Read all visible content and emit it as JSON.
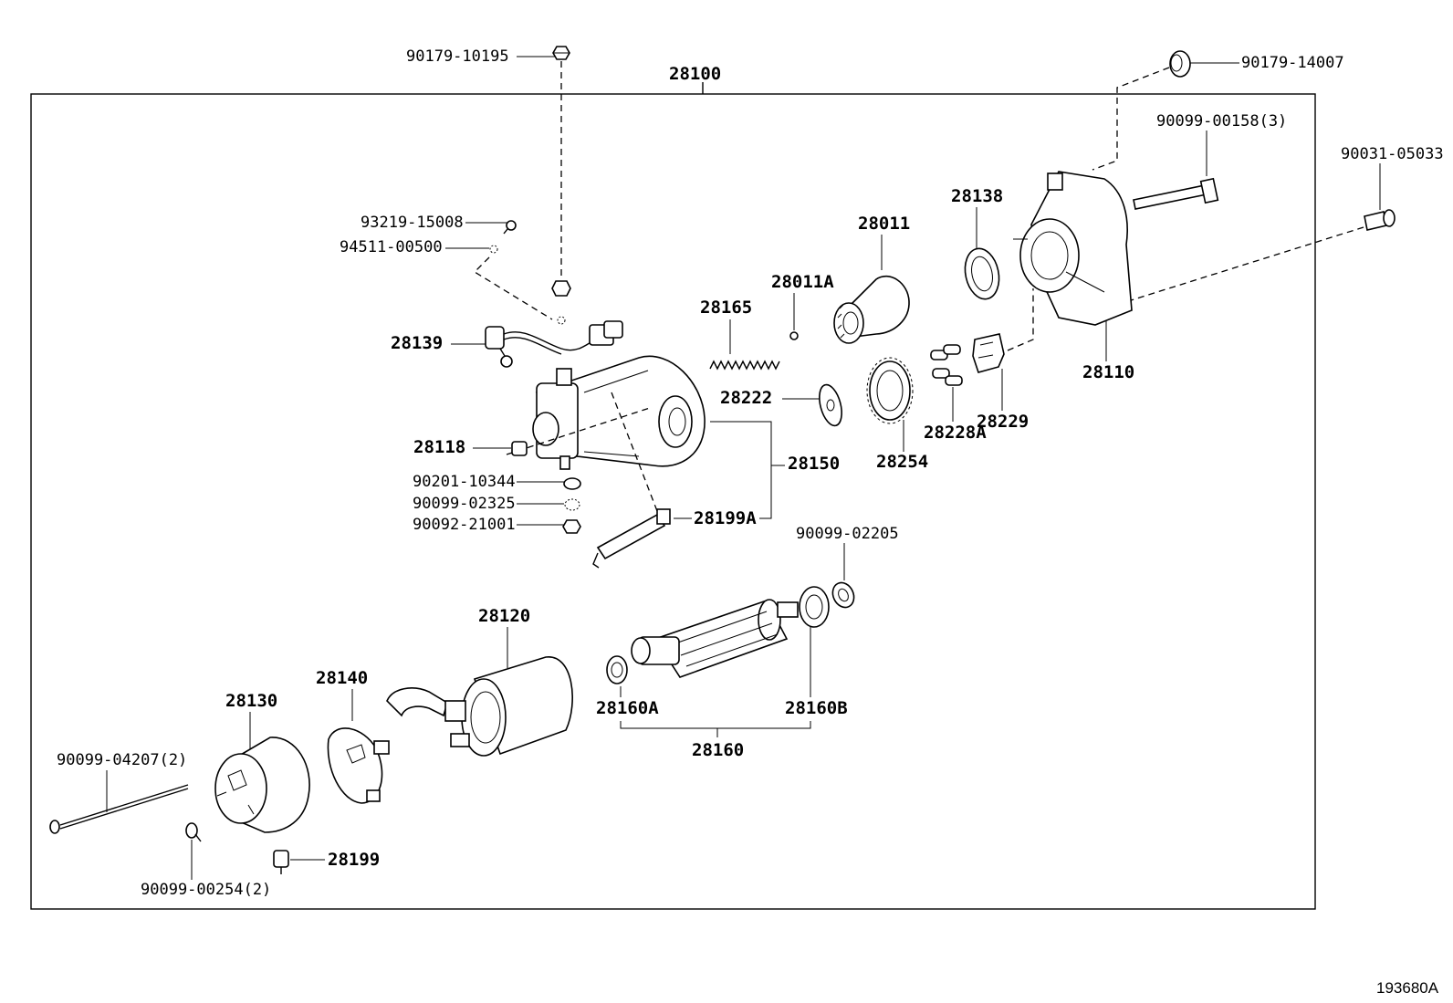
{
  "assembly": {
    "main": "28100",
    "footer_code": "193680A"
  },
  "labels": {
    "l_90179_10195": "90179-10195",
    "l_90179_14007": "90179-14007",
    "l_90099_00158": "90099-00158(3)",
    "l_90031_05033": "90031-05033",
    "l_93219_15008": "93219-15008",
    "l_94511_00500": "94511-00500",
    "l_28138": "28138",
    "l_28011": "28011",
    "l_28011A": "28011A",
    "l_28165": "28165",
    "l_28139": "28139",
    "l_28222": "28222",
    "l_28110": "28110",
    "l_28229": "28229",
    "l_28228A": "28228A",
    "l_28254": "28254",
    "l_28118": "28118",
    "l_28150": "28150",
    "l_90201_10344": "90201-10344",
    "l_90099_02325": "90099-02325",
    "l_90092_21001": "90092-21001",
    "l_28199A": "28199A",
    "l_90099_02205": "90099-02205",
    "l_28120": "28120",
    "l_28140": "28140",
    "l_28130": "28130",
    "l_28160A": "28160A",
    "l_28160B": "28160B",
    "l_28160": "28160",
    "l_90099_04207": "90099-04207(2)",
    "l_28199": "28199",
    "l_90099_00254": "90099-00254(2)"
  }
}
